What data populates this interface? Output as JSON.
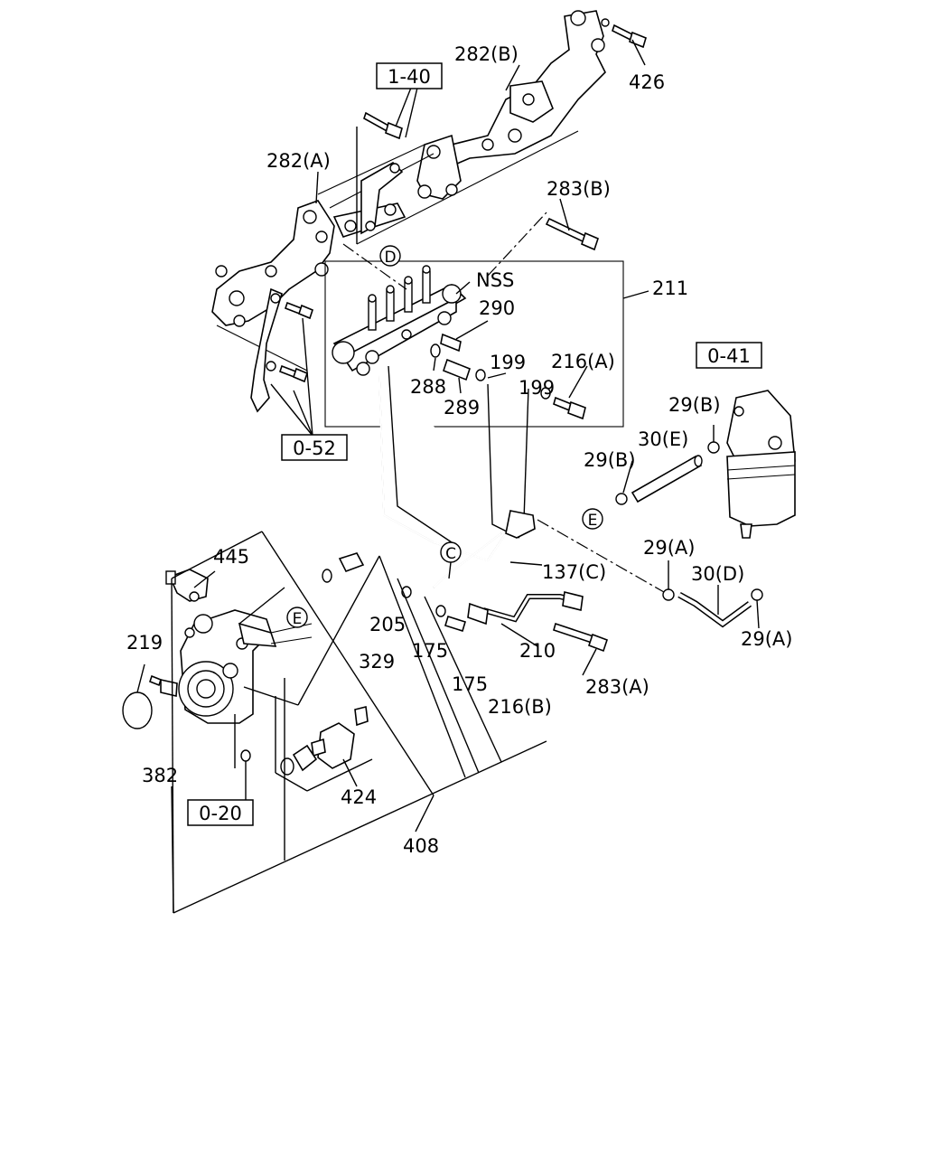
{
  "diagram": {
    "callouts": {
      "c426": "426",
      "c282b": "282(B)",
      "c282a": "282(A)",
      "c283b": "283(B)",
      "c211": "211",
      "cnss": "NSS",
      "c290": "290",
      "c199a": "199",
      "c216a": "216(A)",
      "c199b": "199",
      "c288": "288",
      "c289": "289",
      "c29b_top": "29(B)",
      "c30e": "30(E)",
      "c29b_left": "29(B)",
      "c29a_top": "29(A)",
      "c30d": "30(D)",
      "c29a_right": "29(A)",
      "c445": "445",
      "c137c": "137(C)",
      "c205": "205",
      "c175a": "175",
      "c210": "210",
      "c219": "219",
      "c329": "329",
      "c175b": "175",
      "c216b": "216(B)",
      "c283a": "283(A)",
      "c382": "382",
      "c424": "424",
      "c408": "408"
    },
    "ref_boxes": {
      "r140": "1-40",
      "r052": "0-52",
      "r041": "0-41",
      "r020": "0-20"
    },
    "connectors": {
      "d": "D",
      "e1": "E",
      "e2": "E",
      "c": "C"
    }
  }
}
